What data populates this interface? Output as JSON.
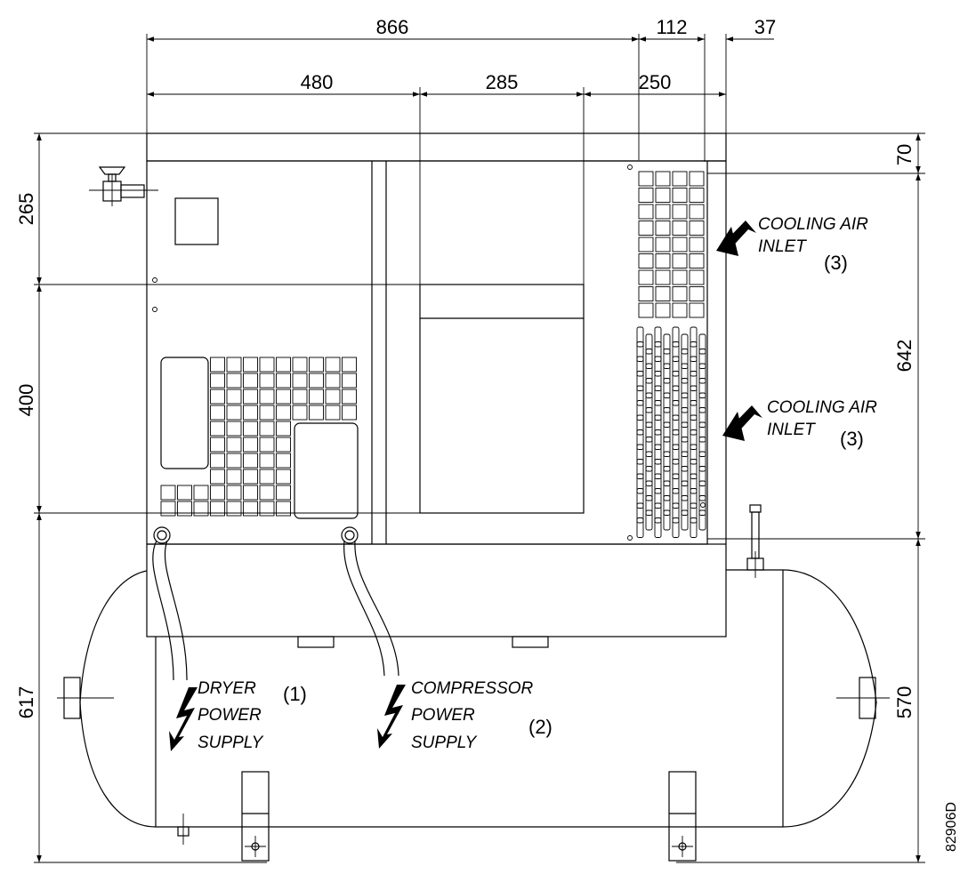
{
  "dimensions": {
    "top_overall": "866",
    "top_mid": "112",
    "top_right": "37",
    "sub_left": "480",
    "sub_center": "285",
    "sub_right": "250",
    "left_upper": "265",
    "left_middle": "400",
    "left_lower": "617",
    "right_top": "70",
    "right_middle": "642",
    "right_lower": "570"
  },
  "labels": {
    "cooling_air_inlet_upper": {
      "line1": "COOLING AIR",
      "line2": "INLET",
      "index": "(3)"
    },
    "cooling_air_inlet_lower": {
      "line1": "COOLING AIR",
      "line2": "INLET",
      "index": "(3)"
    },
    "dryer_power_supply": {
      "line1": "DRYER",
      "line2": "POWER",
      "line3": "SUPPLY",
      "index": "(1)"
    },
    "compressor_power_supply": {
      "line1": "COMPRESSOR",
      "line2": "POWER",
      "line3": "SUPPLY",
      "index": "(2)"
    }
  },
  "drawing_reference": "82906D",
  "icons": [
    "lightning-bolt-icon",
    "arrow-icon",
    "ball-valve-icon"
  ]
}
